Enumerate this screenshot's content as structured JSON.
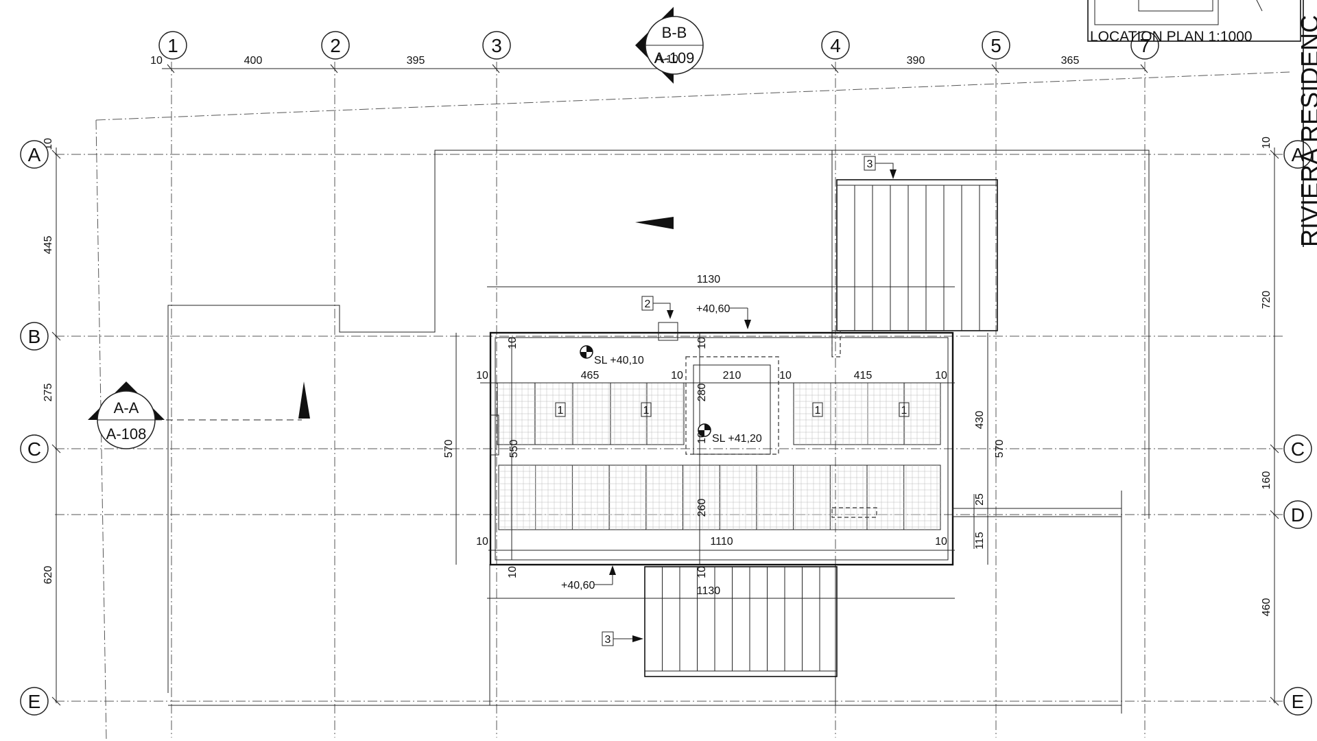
{
  "title_block": {
    "location_plan_label": "LOCATION PLAN 1:1000",
    "project_name_partial": "RIVIERA RESIDENC"
  },
  "grid_columns": [
    {
      "label": "1"
    },
    {
      "label": "2"
    },
    {
      "label": "3"
    },
    {
      "label": "4"
    },
    {
      "label": "5"
    },
    {
      "label": "7"
    }
  ],
  "grid_rows": [
    {
      "label": "A"
    },
    {
      "label": "B"
    },
    {
      "label": "C"
    },
    {
      "label": "D"
    },
    {
      "label": "E"
    }
  ],
  "top_dimensions": [
    "10",
    "400",
    "395",
    "390",
    "365"
  ],
  "left_dimensions": [
    "10",
    "445",
    "275",
    "620"
  ],
  "right_dimensions": [
    "10",
    "720",
    "160",
    "460"
  ],
  "section_markers": {
    "bb": {
      "name": "B-B",
      "sheet": "A-109",
      "overprint": "A-10"
    },
    "aa": {
      "name": "A-A",
      "sheet": "A-108"
    }
  },
  "levels": {
    "roof_top": "+40,60",
    "roof_bottom": "+40,60",
    "sl_1": "SL  +40,10",
    "sl_2": "SL  +41,20"
  },
  "tags": {
    "panel": "1",
    "detail": "2",
    "stair": "3"
  },
  "roof_dimensions": {
    "top_overall": "1130",
    "bottom_overall": "1130",
    "inner_width": "1110",
    "left_panel": "465",
    "right_panel": "415",
    "skylight": "210",
    "skylight_depth": "280",
    "lower_band": "260",
    "edge": "10",
    "outer_height": "570",
    "inner_height": "550",
    "right_height": "570",
    "upper_right": "430",
    "offset_a": "25",
    "offset_b": "115"
  }
}
